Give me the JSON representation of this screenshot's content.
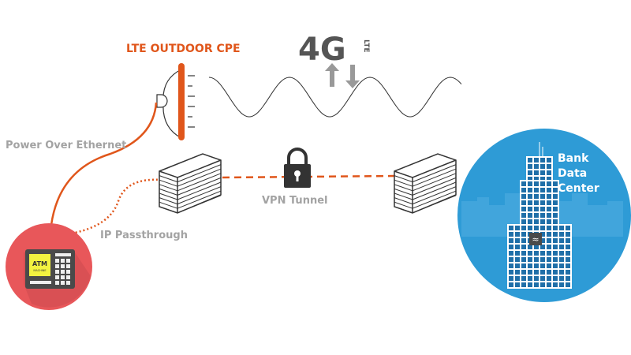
{
  "labels": {
    "cpe_title": "LTE OUTDOOR CPE",
    "poe": "Power Over Ethernet",
    "ip_passthrough": "IP Passthrough",
    "vpn_tunnel": "VPN Tunnel",
    "bank_line1": "Bank",
    "bank_line2": "Data",
    "bank_line3": "Center"
  },
  "logo": {
    "main": "4G",
    "sub": "LTE"
  },
  "atm": {
    "line1": "ATM",
    "line2": "MACHINE"
  },
  "colors": {
    "orange": "#e0561b",
    "atm_circle": "#e8575a",
    "bank_circle": "#2e9bd6",
    "gray_text": "#a3a3a3"
  }
}
